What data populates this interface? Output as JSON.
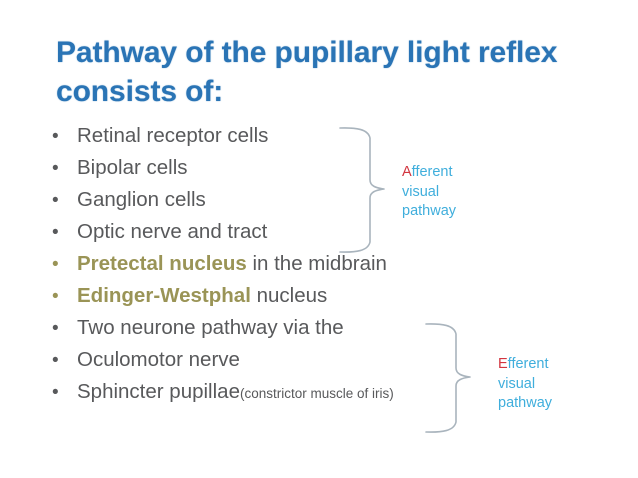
{
  "slide": {
    "title": "Pathway of the pupillary light reflex consists of:",
    "bullets": [
      {
        "bullet": "•",
        "text": "Retinal receptor cells",
        "style": "plain"
      },
      {
        "bullet": "•",
        "text": "Bipolar cells",
        "style": "plain"
      },
      {
        "bullet": "•",
        "text": "Ganglion cells",
        "style": "plain"
      },
      {
        "bullet": "•",
        "text": "Optic nerve and tract",
        "style": "plain"
      },
      {
        "bullet": "•",
        "emph": "Pretectal nucleus",
        "text": " in the midbrain",
        "style": "emph"
      },
      {
        "bullet": "•",
        "emph": "Edinger-Westphal",
        "text": " nucleus",
        "style": "emph"
      },
      {
        "bullet": "•",
        "text": "Two neurone pathway via the",
        "style": "plain"
      },
      {
        "bullet": "•",
        "text": "Oculomotor nerve",
        "style": "plain"
      },
      {
        "bullet": "•",
        "text": "Sphincter pupillae",
        "note": "(constrictor muscle of iris)",
        "style": "plain"
      }
    ],
    "annotations": [
      {
        "id": "afferent",
        "cap": "A",
        "word_rest": "fferent",
        "line2": "visual",
        "line3": "pathway"
      },
      {
        "id": "efferent",
        "cap": "E",
        "word_rest": "fferent",
        "line2": "visual",
        "line3": "pathway"
      }
    ]
  },
  "colors": {
    "title": "#2a74b5",
    "body_text": "#58595b",
    "emphasis": "#9a9456",
    "annotation": "#3faedc",
    "annotation_cap": "#d2353f",
    "brace": "#a9b4bd",
    "background": "#ffffff"
  }
}
